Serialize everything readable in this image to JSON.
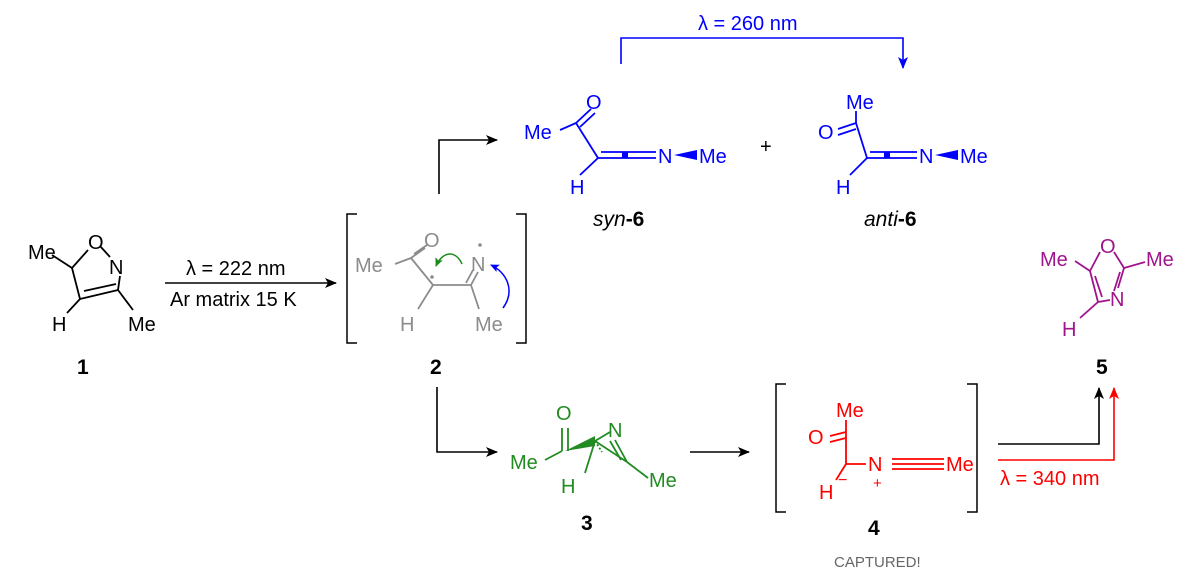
{
  "colors": {
    "black": "#000000",
    "grey": "#8c8c8c",
    "blue": "#0000ff",
    "green": "#228b22",
    "red": "#ff0000",
    "purple": "#a0148c",
    "arrow_green": "#1a8a1a",
    "caption": "#666666"
  },
  "reaction1": {
    "line1": "λ = 222 nm",
    "line2": "Ar matrix 15 K"
  },
  "photolysis_syn_anti": "λ = 260 nm",
  "photolysis_4_5": "λ = 340 nm",
  "plus": "+",
  "compound1": {
    "number": "1",
    "atoms": {
      "me_a": "Me",
      "o": "O",
      "n": "N",
      "h": "H",
      "me_b": "Me"
    }
  },
  "compound2": {
    "number": "2",
    "atoms": {
      "me_a": "Me",
      "o": "O",
      "n": "N",
      "h": "H",
      "me_b": "Me"
    }
  },
  "syn6": {
    "prefix": "syn",
    "number": "-6",
    "atoms": {
      "me_a": "Me",
      "o": "O",
      "n": "N",
      "h": "H",
      "me_b": "Me"
    }
  },
  "anti6": {
    "prefix": "anti",
    "number": "-6",
    "atoms": {
      "me_a": "Me",
      "o": "O",
      "n": "N",
      "h": "H",
      "me_b": "Me"
    }
  },
  "compound3": {
    "number": "3",
    "atoms": {
      "me_a": "Me",
      "o": "O",
      "n": "N",
      "h": "H",
      "me_b": "Me"
    }
  },
  "compound4": {
    "number": "4",
    "caption": "CAPTURED!",
    "atoms": {
      "me_a": "Me",
      "o": "O",
      "n": "N",
      "h": "H",
      "me_b": "Me",
      "minus": "−",
      "plus": "+"
    }
  },
  "compound5": {
    "number": "5",
    "atoms": {
      "me_a": "Me",
      "o": "O",
      "n": "N",
      "h": "H",
      "me_b": "Me"
    }
  }
}
